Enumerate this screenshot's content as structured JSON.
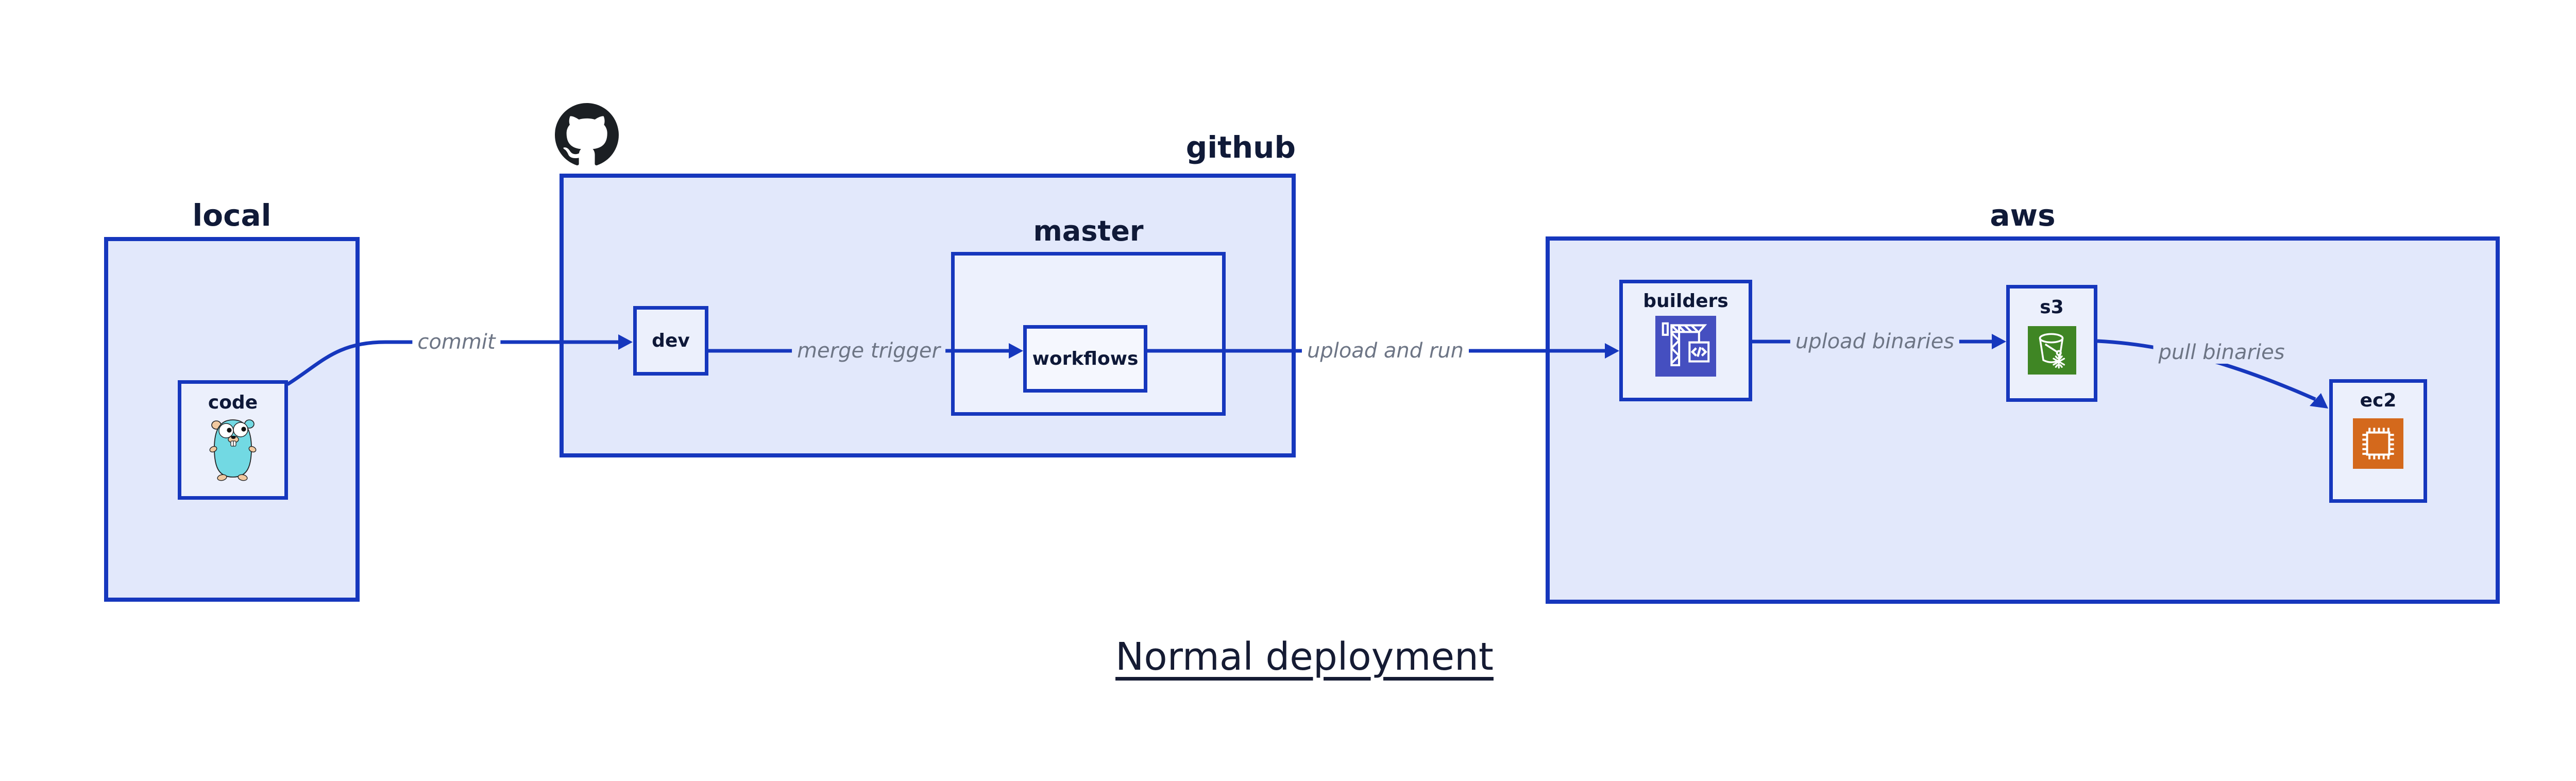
{
  "title": {
    "text": "Normal deployment"
  },
  "containers": {
    "local": {
      "label": "local"
    },
    "github": {
      "label": "github",
      "icon": "github-octocat-icon"
    },
    "master": {
      "label": "master"
    },
    "aws": {
      "label": "aws"
    }
  },
  "nodes": {
    "code": {
      "label": "code",
      "icon": "go-gopher-icon"
    },
    "dev": {
      "label": "dev"
    },
    "workflows": {
      "label": "workflows"
    },
    "builders": {
      "label": "builders",
      "icon": "aws-codebuild-crane-icon"
    },
    "s3": {
      "label": "s3",
      "icon": "aws-s3-bucket-icon"
    },
    "ec2": {
      "label": "ec2",
      "icon": "aws-ec2-chip-icon"
    }
  },
  "edges": {
    "commit": {
      "label": "commit",
      "from": "code",
      "to": "dev"
    },
    "merge_trigger": {
      "label": "merge trigger",
      "from": "dev",
      "to": "workflows"
    },
    "upload_and_run": {
      "label": "upload and run",
      "from": "workflows",
      "to": "builders"
    },
    "upload_binaries": {
      "label": "upload binaries",
      "from": "builders",
      "to": "s3"
    },
    "pull_binaries": {
      "label": "pull binaries",
      "from": "s3",
      "to": "ec2"
    }
  },
  "colors": {
    "edge_blue": "#1637bd",
    "container_fill": "#e2e8fb",
    "node_fill": "#ecf0fc",
    "nested_node_fill": "#f5f7fe",
    "label_dark": "#101a38",
    "edge_label_gray": "#6d7585",
    "codebuild_indigo": "#454fc0",
    "s3_green": "#3f8624",
    "ec2_orange": "#d4691c",
    "gopher_teal": "#72d9e3",
    "octocat_black": "#1b1f23"
  }
}
